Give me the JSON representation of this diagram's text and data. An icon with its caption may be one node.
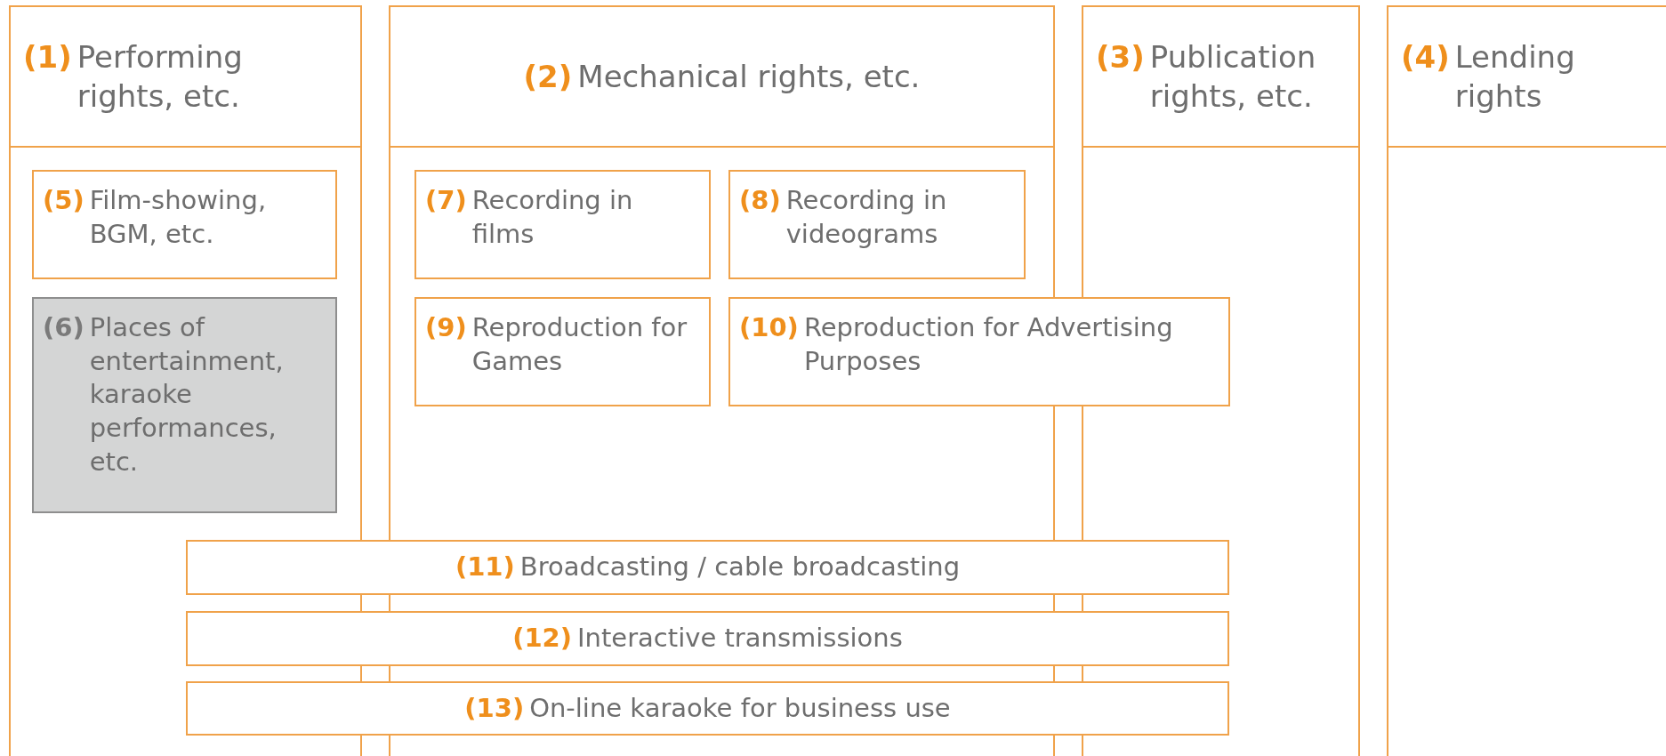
{
  "diagram": {
    "nodes": [
      {
        "text": [
          "(1)",
          "Performing rights, etc."
        ]
      },
      {
        "text": [
          "(2)",
          "Mechanical rights, etc."
        ]
      },
      {
        "text": [
          "(3)",
          "Publication rights, etc."
        ]
      },
      {
        "text": [
          "(4)",
          "Lending rights"
        ]
      },
      {
        "text": [
          "(5)",
          "Film-showing, BGM, etc."
        ],
        "in": 0
      },
      {
        "text": [
          "(6)",
          "Places of entertainment, karaoke performances, etc."
        ],
        "in": 0
      },
      {
        "text": [
          "(7)",
          "Recording in films"
        ],
        "in": 1
      },
      {
        "text": [
          "(8)",
          "Recording in videograms"
        ],
        "in": 1
      },
      {
        "text": [
          "(9)",
          "Reproduction for Games"
        ],
        "in": 1
      },
      {
        "text": [
          "(10)",
          "Reproduction for Advertising Purposes"
        ]
      },
      {
        "text": [
          "(11)",
          "Broadcasting / cable broadcasting"
        ]
      },
      {
        "text": [
          "(12)",
          "Interactive transmissions"
        ]
      },
      {
        "text": [
          "(13)",
          "On-line karaoke for business use"
        ]
      }
    ]
  }
}
